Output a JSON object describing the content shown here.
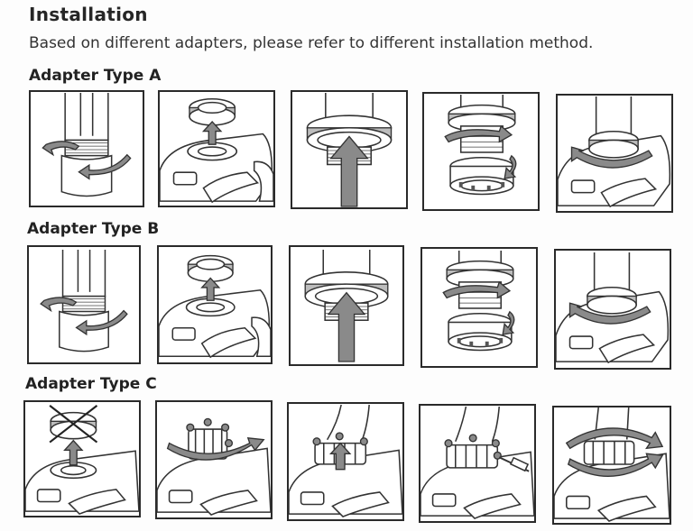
{
  "page": {
    "title": "Installation",
    "intro": "Based on different adapters, please refer to different installation method."
  },
  "sections": [
    {
      "heading": "Adapter Type A",
      "steps": [
        {
          "icon": "screw-adapter-onto-faucet-icon"
        },
        {
          "icon": "attach-ring-to-filter-icon"
        },
        {
          "icon": "push-ring-up-icon"
        },
        {
          "icon": "thread-ring-onto-adapter-icon"
        },
        {
          "icon": "tighten-filter-onto-faucet-icon"
        }
      ]
    },
    {
      "heading": "Adapter Type B",
      "steps": [
        {
          "icon": "screw-adapter-onto-faucet-icon"
        },
        {
          "icon": "attach-ring-to-filter-icon"
        },
        {
          "icon": "push-ring-up-icon"
        },
        {
          "icon": "thread-ring-onto-adapter-icon"
        },
        {
          "icon": "tighten-filter-onto-faucet-icon"
        }
      ]
    },
    {
      "heading": "Adapter Type C",
      "steps": [
        {
          "icon": "remove-ring-crossed-icon"
        },
        {
          "icon": "rotate-clamp-adapter-icon"
        },
        {
          "icon": "insert-faucet-into-clamp-icon"
        },
        {
          "icon": "tighten-clamp-screws-icon"
        },
        {
          "icon": "rotate-to-lock-icon"
        }
      ]
    }
  ]
}
